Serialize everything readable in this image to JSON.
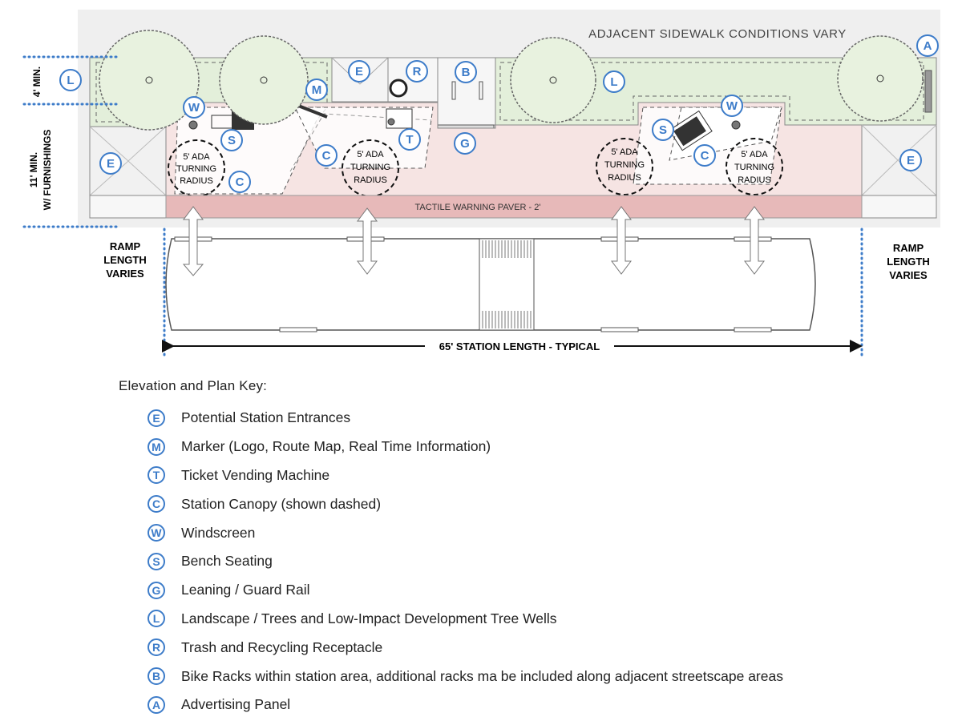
{
  "diagram": {
    "sidewalk_note": "ADJACENT SIDEWALK CONDITIONS VARY",
    "dim_4ft": "4' MIN.",
    "dim_11ft_line1": "11' MIN.",
    "dim_11ft_line2": "W/ FURNISHINGS",
    "ada_line1": "5' ADA",
    "ada_line2": "TURNING",
    "ada_line3": "RADIUS",
    "tactile_label": "TACTILE WARNING PAVER - 2'",
    "ramp_line1": "RAMP",
    "ramp_line2": "LENGTH",
    "ramp_line3": "VARIES",
    "station_length": "65' STATION LENGTH - TYPICAL",
    "letters": {
      "A": "A",
      "B": "B",
      "C": "C",
      "E": "E",
      "G": "G",
      "L": "L",
      "M": "M",
      "R": "R",
      "S": "S",
      "T": "T",
      "W": "W"
    }
  },
  "colors": {
    "accent_blue": "#3d7cc9",
    "landscape_green": "#e3efda",
    "platform_pink": "#f6e4e3",
    "tactile_pink": "#e7b9b9",
    "entrance_gray": "#f1f1f1"
  },
  "key": {
    "title": "Elevation and Plan Key:",
    "items": [
      {
        "letter": "E",
        "label": "Potential Station Entrances"
      },
      {
        "letter": "M",
        "label": "Marker (Logo, Route Map, Real Time Information)"
      },
      {
        "letter": "T",
        "label": "Ticket Vending Machine"
      },
      {
        "letter": "C",
        "label": "Station Canopy (shown dashed)"
      },
      {
        "letter": "W",
        "label": "Windscreen"
      },
      {
        "letter": "S",
        "label": "Bench Seating"
      },
      {
        "letter": "G",
        "label": "Leaning / Guard Rail"
      },
      {
        "letter": "L",
        "label": "Landscape / Trees and Low-Impact Development Tree Wells"
      },
      {
        "letter": "R",
        "label": "Trash and Recycling Receptacle"
      },
      {
        "letter": "B",
        "label": "Bike Racks within station area, additional racks ma be included along adjacent streetscape areas"
      },
      {
        "letter": "A",
        "label": "Advertising Panel"
      }
    ]
  }
}
